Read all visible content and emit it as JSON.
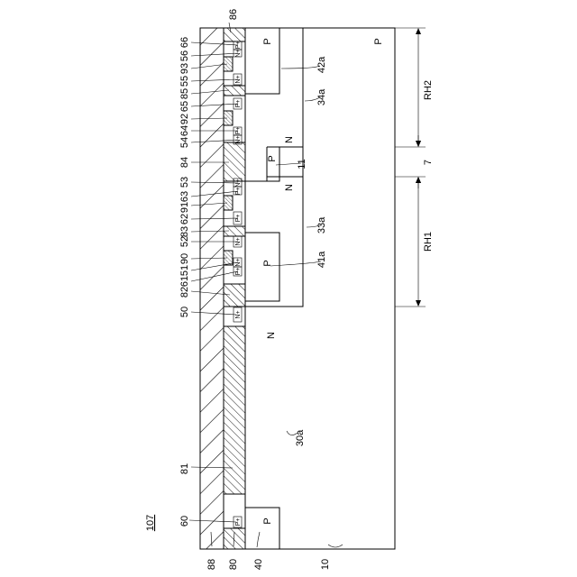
{
  "figure_number": "107",
  "region_labels": {
    "rh1": "RH1",
    "rh2": "RH2",
    "gap": "7"
  },
  "doping_labels": {
    "p_substrate": "P",
    "n_drift_left": "N",
    "p_left_well": "P",
    "p_mid": "P",
    "n_mid": "N",
    "n_rh2": "N",
    "p_41a": "P",
    "p_42a": "P",
    "nplus_50": "N+",
    "pplus_60": "P+",
    "pplus_61": "P+",
    "nplus_51": "N+",
    "pplus_62": "P+",
    "nplus_52": "N+",
    "pplus_63": "P+",
    "nplus_53": "N+",
    "nplus_54": "N+",
    "pplus_64": "P+",
    "pplus_65": "P+",
    "nplus_55": "N+",
    "nplus_56": "N+",
    "pplus_66": "P+"
  },
  "callouts": {
    "c10": "10",
    "c40": "40",
    "c80": "80",
    "c88": "88",
    "c60": "60",
    "c81": "81",
    "c30a": "30a",
    "c50": "50",
    "c82": "82",
    "c61": "61",
    "c51": "51",
    "c90": "90",
    "c41a": "41a",
    "c52": "52",
    "c83": "83",
    "c62": "62",
    "c33a": "33a",
    "c63": "63",
    "c91": "91",
    "c53": "53",
    "c84": "84",
    "c11": "11",
    "c54": "54",
    "c64": "64",
    "c92": "92",
    "c65": "65",
    "c85": "85",
    "c34a": "34a",
    "c55": "55",
    "c93": "93",
    "c56": "56",
    "c66": "66",
    "c42a": "42a",
    "c86": "86"
  }
}
